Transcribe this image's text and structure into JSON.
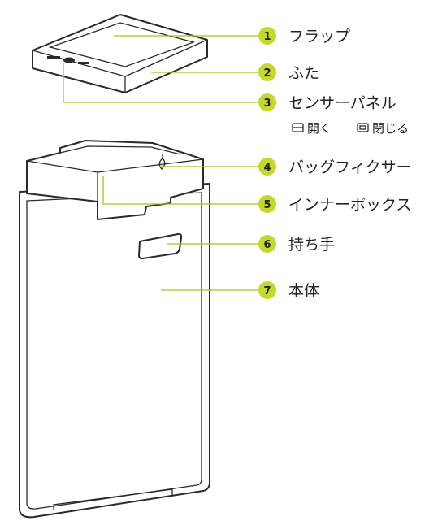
{
  "colors": {
    "accent": "#c5d82c",
    "line": "#a9c21c",
    "outline": "#2a2a2a"
  },
  "callouts": [
    {
      "number": "1",
      "label": "フラップ"
    },
    {
      "number": "2",
      "label": "ふた"
    },
    {
      "number": "3",
      "label": "センサーパネル"
    },
    {
      "number": "4",
      "label": "バッグフィクサー"
    },
    {
      "number": "5",
      "label": "インナーボックス"
    },
    {
      "number": "6",
      "label": "持ち手"
    },
    {
      "number": "7",
      "label": "本体"
    }
  ],
  "sensor_legend": {
    "open_label": "開く",
    "open_icon": "open-lid-icon",
    "close_label": "閉じる",
    "close_icon": "closed-lid-icon"
  }
}
